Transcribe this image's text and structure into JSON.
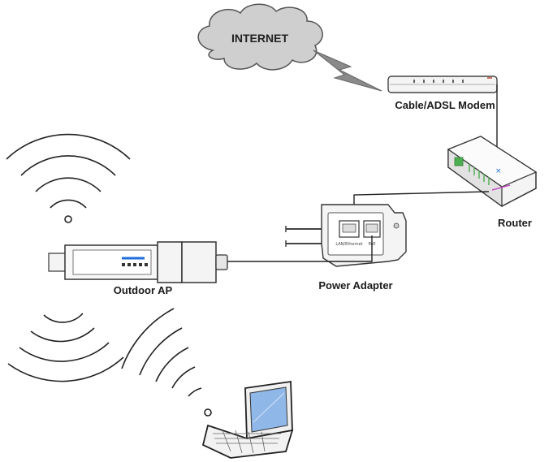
{
  "internet": {
    "label": "INTERNET"
  },
  "modem": {
    "label": "Cable/ADSL Modem"
  },
  "router": {
    "label": "Router"
  },
  "power_adapter": {
    "label": "Power Adapter",
    "port_lan": "LAN/Ethernet",
    "port_poe": "PoE"
  },
  "outdoor_ap": {
    "label": "Outdoor AP"
  },
  "colors": {
    "line": "#222222",
    "cloud_fill": "#cfcfcf",
    "device_fill": "#f4f4f4",
    "accent_green": "#4caf50",
    "accent_blue": "#1e6fd9",
    "accent_magenta": "#c050c0"
  }
}
